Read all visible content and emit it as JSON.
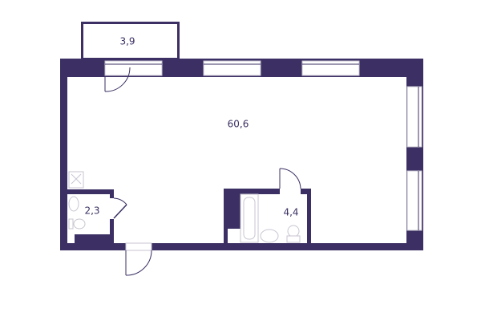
{
  "floor_plan": {
    "wall_color": "#3b2f63",
    "rooms": [
      {
        "id": "balcony",
        "area": "3,9"
      },
      {
        "id": "living",
        "area": "60,6"
      },
      {
        "id": "wc",
        "area": "2,3"
      },
      {
        "id": "bathroom",
        "area": "4,4"
      }
    ]
  }
}
